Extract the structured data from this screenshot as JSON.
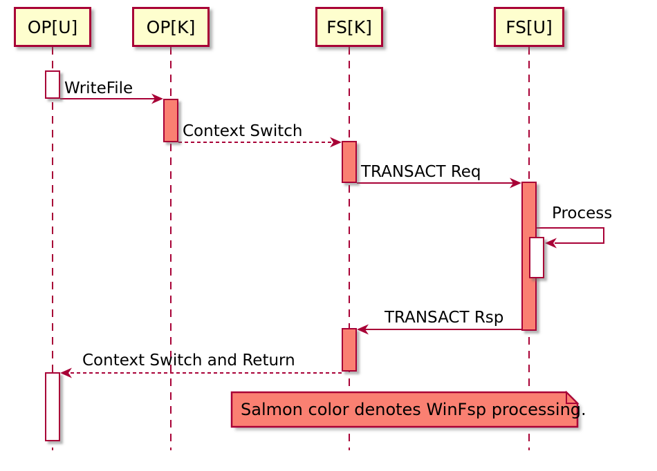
{
  "diagram_type": "uml-sequence",
  "participants": [
    {
      "id": "op-u",
      "name": "OP[U]"
    },
    {
      "id": "op-k",
      "name": "OP[K]"
    },
    {
      "id": "fs-k",
      "name": "FS[K]"
    },
    {
      "id": "fs-u",
      "name": "FS[U]"
    }
  ],
  "messages": [
    {
      "label": "WriteFile",
      "from": "OP[U]",
      "to": "OP[K]",
      "style": "solid"
    },
    {
      "label": "Context Switch",
      "from": "OP[K]",
      "to": "FS[K]",
      "style": "dashed"
    },
    {
      "label": "TRANSACT Req",
      "from": "FS[K]",
      "to": "FS[U]",
      "style": "solid"
    },
    {
      "label": "Process",
      "from": "FS[U]",
      "to": "FS[U]",
      "style": "self"
    },
    {
      "label": "TRANSACT Rsp",
      "from": "FS[U]",
      "to": "FS[K]",
      "style": "solid"
    },
    {
      "label": "Context Switch and Return",
      "from": "FS[K]",
      "to": "OP[U]",
      "style": "dashed"
    }
  ],
  "note": {
    "text": "Salmon color denotes WinFsp processing."
  },
  "colors": {
    "participant_fill": "#FEFECE",
    "line_and_border": "#A80036",
    "salmon": "#FA8072",
    "activation_white": "#FFFFFF",
    "text": "#000000"
  }
}
